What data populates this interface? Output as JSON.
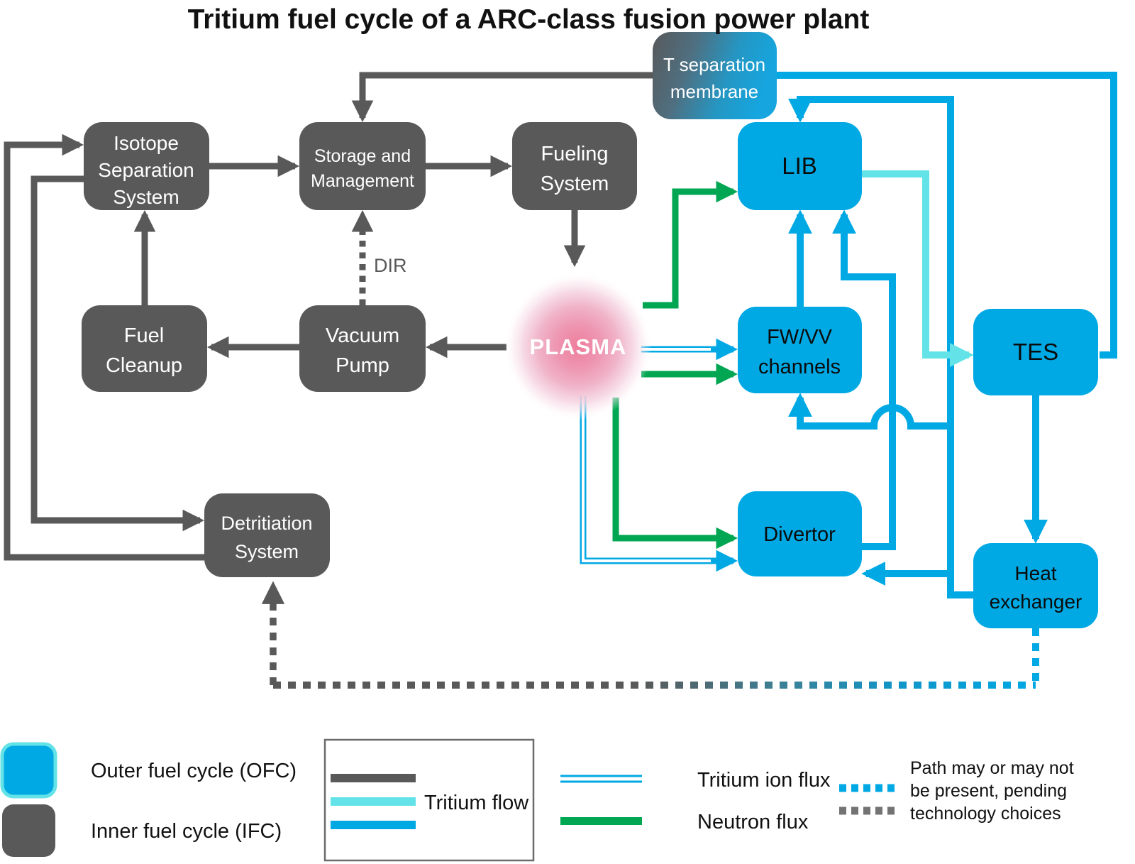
{
  "title": "Tritium fuel cycle of a ARC-class fusion power plant",
  "nodes": {
    "t_separation_membrane": {
      "lines": [
        "T separation",
        "membrane"
      ]
    },
    "isotope_separation_system": {
      "lines": [
        "Isotope",
        "Separation",
        "System"
      ]
    },
    "storage_and_management": {
      "lines": [
        "Storage and",
        "Management"
      ]
    },
    "fueling_system": {
      "lines": [
        "Fueling",
        "System"
      ]
    },
    "lib": {
      "lines": [
        "LIB"
      ]
    },
    "fuel_cleanup": {
      "lines": [
        "Fuel",
        "Cleanup"
      ]
    },
    "vacuum_pump": {
      "lines": [
        "Vacuum",
        "Pump"
      ]
    },
    "plasma": {
      "label": "PLASMA"
    },
    "fwvv_channels": {
      "lines": [
        "FW/VV",
        "channels"
      ]
    },
    "tes": {
      "lines": [
        "TES"
      ]
    },
    "detritiation_system": {
      "lines": [
        "Detritiation",
        "System"
      ]
    },
    "divertor": {
      "lines": [
        "Divertor"
      ]
    },
    "heat_exchanger": {
      "lines": [
        "Heat",
        "exchanger"
      ]
    }
  },
  "annotations": {
    "dir_label": "DIR"
  },
  "legend": {
    "ofc_label": "Outer fuel cycle (OFC)",
    "ifc_label": "Inner fuel cycle (IFC)",
    "tritium_flow_label": "Tritium flow",
    "tritium_ion_flux_label": "Tritium ion flux",
    "neutron_flux_label": "Neutron flux",
    "optional_path_lines": [
      "Path may or may not",
      "be present, pending",
      "technology choices"
    ]
  },
  "colors": {
    "ofc_blue": "#00A9E4",
    "ifc_gray": "#595959",
    "tritium_cyan": "#63E3E7",
    "neutron_green": "#00A651",
    "plasma_pink": "#EE7E9B",
    "optional_blue_dash": "#00A9E4",
    "optional_gray_dash": "#595959"
  }
}
